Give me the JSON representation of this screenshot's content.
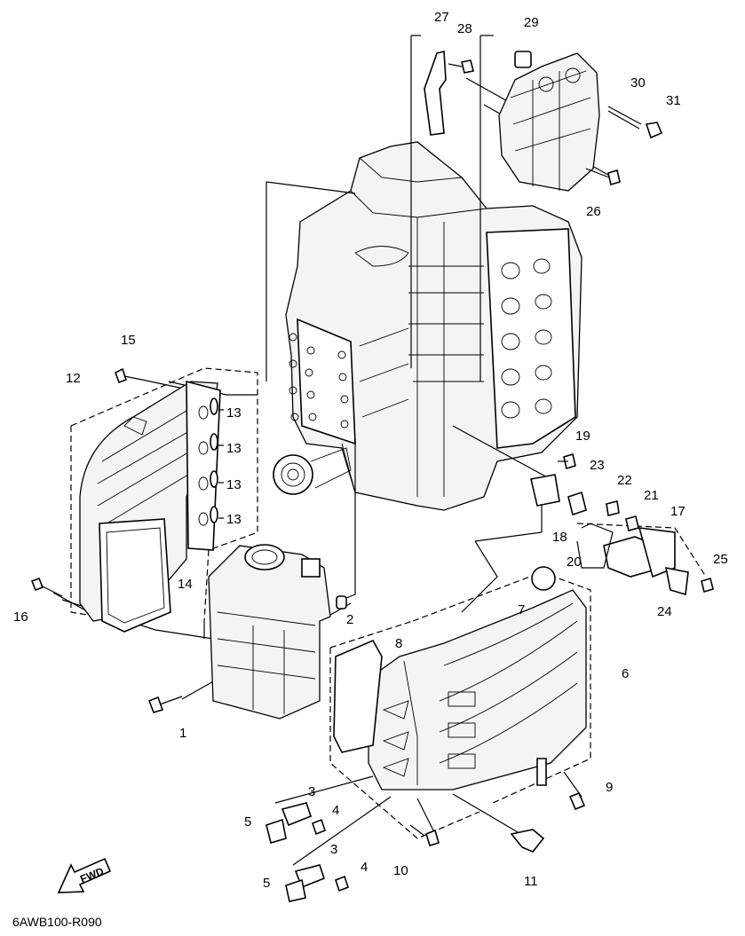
{
  "diagram": {
    "drawing_code": "6AWB100-R090",
    "direction_label": "FWD",
    "callouts": [
      "1",
      "2",
      "3",
      "3",
      "4",
      "4",
      "5",
      "5",
      "6",
      "7",
      "8",
      "9",
      "10",
      "11",
      "12",
      "13",
      "13",
      "13",
      "13",
      "14",
      "15",
      "16",
      "17",
      "18",
      "19",
      "20",
      "21",
      "22",
      "23",
      "24",
      "25",
      "26",
      "27",
      "28",
      "29",
      "30",
      "31"
    ]
  }
}
